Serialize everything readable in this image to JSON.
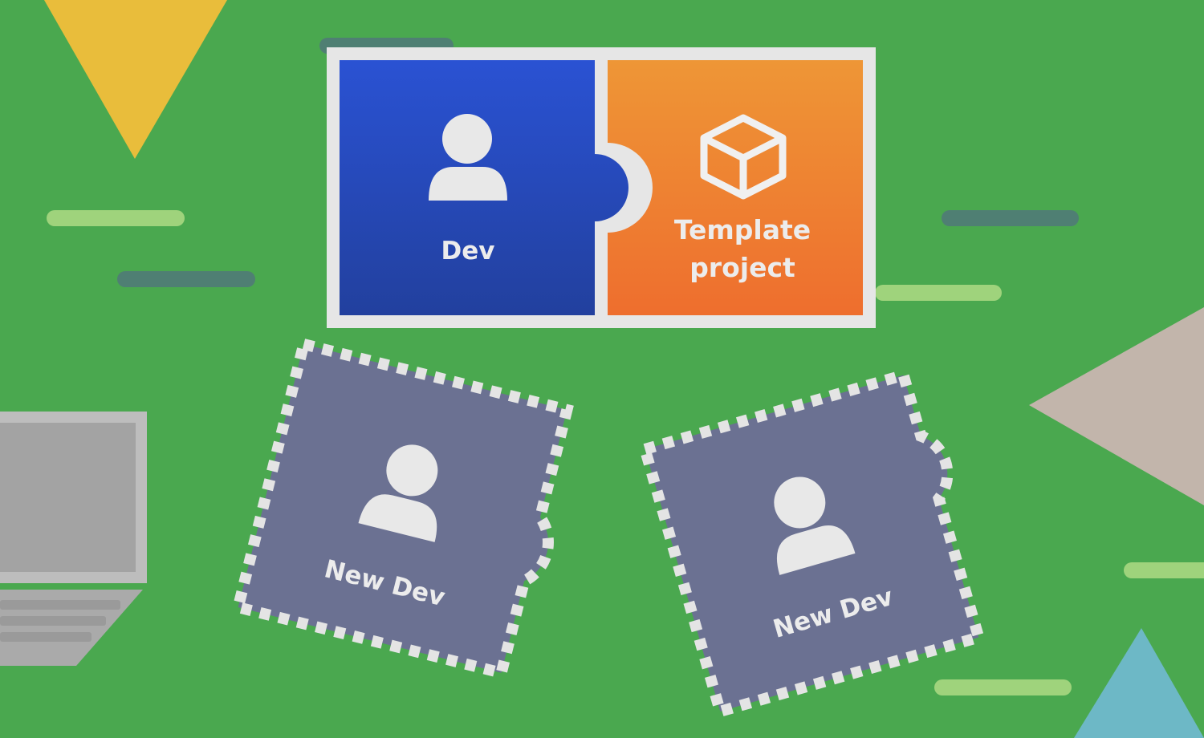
{
  "colors": {
    "background": "#4aa84f",
    "dev_piece": "#2546b4",
    "template_piece": "#ef7d2e",
    "new_dev_piece": "#6b7192",
    "outline": "#e4e4e4",
    "yellow_triangle": "#e9bd3b",
    "taupe_triangle": "#c2b5ab",
    "blue_triangle": "#6db8c6",
    "laptop": "#a9a9a9",
    "light_dash": "#9fd37c",
    "dark_dash": "#4f7f73"
  },
  "icons": {
    "dev": "user-icon",
    "template": "cube-icon",
    "new_dev": "user-icon"
  },
  "pieces": {
    "dev_label": "Dev",
    "template_label_line1": "Template",
    "template_label_line2": "project",
    "new_dev_left_label": "New Dev",
    "new_dev_right_label": "New Dev"
  }
}
